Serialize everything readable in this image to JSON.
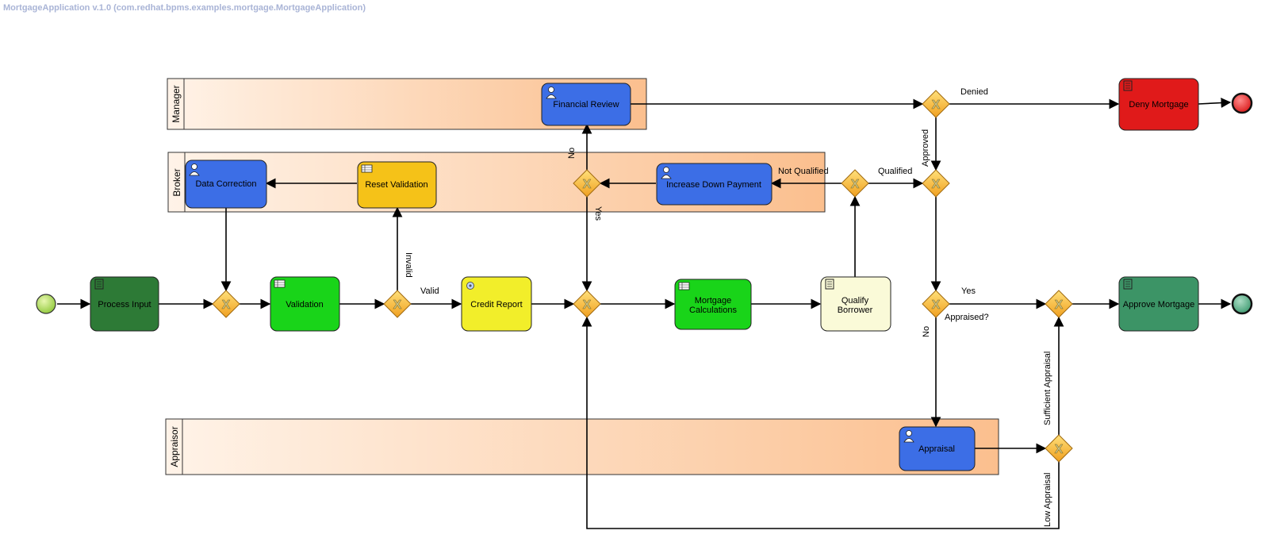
{
  "title": "MortgageApplication v.1.0 (com.redhat.bpms.examples.mortgage.MortgageApplication)",
  "lanes": {
    "manager": "Manager",
    "broker": "Broker",
    "appraisor": "Appraisor"
  },
  "tasks": {
    "process_input": {
      "label": "Process Input",
      "icon": "script-icon",
      "color": "#2d7a36"
    },
    "validation": {
      "label": "Validation",
      "icon": "business-rule-icon",
      "color": "#19d419"
    },
    "credit_report": {
      "label": "Credit Report",
      "icon": "service-icon",
      "color": "#f2ee2a"
    },
    "mortgage_calc_line1": "Mortgage",
    "mortgage_calc_line2": "Calculations",
    "qualify_line1": "Qualify",
    "qualify_line2": "Borrower",
    "approve_mortgage": {
      "label": "Approve Mortgage",
      "icon": "script-icon",
      "color": "#3c9466"
    },
    "data_correction": {
      "label": "Data Correction",
      "icon": "user-icon",
      "color": "#3c6ee6"
    },
    "reset_validation": {
      "label": "Reset Validation",
      "icon": "business-rule-icon",
      "color": "#f5c218"
    },
    "increase_down_payment": {
      "label": "Increase Down Payment",
      "icon": "user-icon",
      "color": "#3c6ee6"
    },
    "financial_review": {
      "label": "Financial Review",
      "icon": "user-icon",
      "color": "#3c6ee6"
    },
    "deny_mortgage": {
      "label": "Deny Mortgage",
      "icon": "script-icon",
      "color": "#e01a1a"
    },
    "appraisal": {
      "label": "Appraisal",
      "icon": "user-icon",
      "color": "#3c6ee6"
    }
  },
  "flow_labels": {
    "valid": "Valid",
    "invalid": "Invalid",
    "yes_financial": "Yes",
    "no_financial": "No",
    "not_qualified": "Not Qualified",
    "qualified": "Qualified",
    "approved": "Approved",
    "denied": "Denied",
    "appraised_question": "Appraised?",
    "yes_appraised": "Yes",
    "no_appraised": "No",
    "sufficient_appraisal": "Sufficient Appraisal",
    "low_appraisal": "Low Appraisal"
  },
  "gateway_marker": "X"
}
